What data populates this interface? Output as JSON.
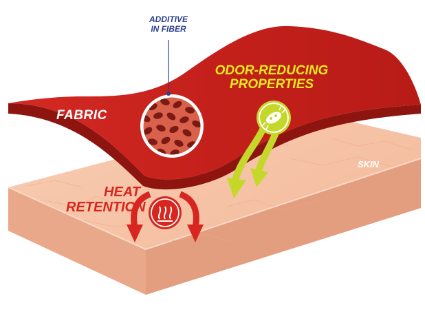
{
  "labels": {
    "additive_line1": "ADDITIVE",
    "additive_line2": "IN FIBER",
    "fabric": "FABRIC",
    "odor_line1": "ODOR-REDUCING",
    "odor_line2": "PROPERTIES",
    "skin": "SKIN",
    "heat_line1": "HEAT",
    "heat_line2": "RETENTION"
  },
  "colors": {
    "fabric_red": "#c9231e",
    "fabric_dark": "#8e1410",
    "skin_top": "#f6c2a6",
    "skin_side": "#e9a88b",
    "odor_green": "#c5d82a",
    "text_blue": "#2d3f8f",
    "heat_red": "#d6261f"
  },
  "icons": {
    "fiber_cross_section": "fiber-cross-section-icon",
    "bacteria": "bacteria-icon",
    "heat_waves": "heat-waves-icon"
  }
}
